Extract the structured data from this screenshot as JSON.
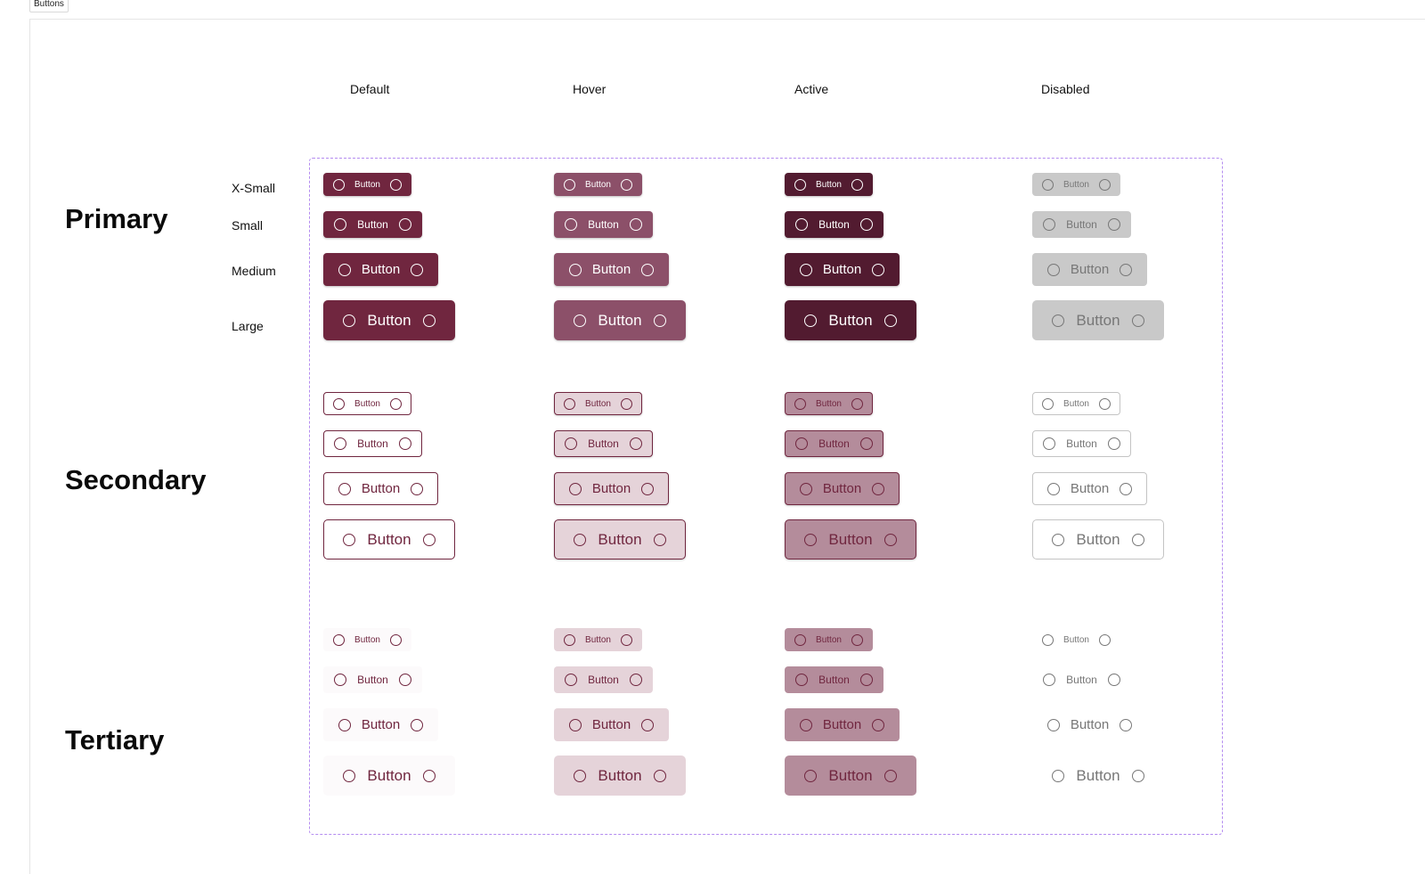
{
  "tab": {
    "label": "Buttons"
  },
  "columns": [
    "Default",
    "Hover",
    "Active",
    "Disabled"
  ],
  "sizes": [
    "X-Small",
    "Small",
    "Medium",
    "Large"
  ],
  "sections": [
    "Primary",
    "Secondary",
    "Tertiary"
  ],
  "button_label": "Button",
  "colors": {
    "primary_default": "#70263f",
    "primary_hover": "#8c5069",
    "primary_active": "#521b30",
    "disabled": "#c9c9c9",
    "secondary_hover_fill": "#e5d3d9",
    "secondary_active_fill": "#b48c9b",
    "dashed_border": "#b48cf0"
  },
  "icons": {
    "leading": "circle-outline-icon",
    "trailing": "circle-outline-icon"
  }
}
